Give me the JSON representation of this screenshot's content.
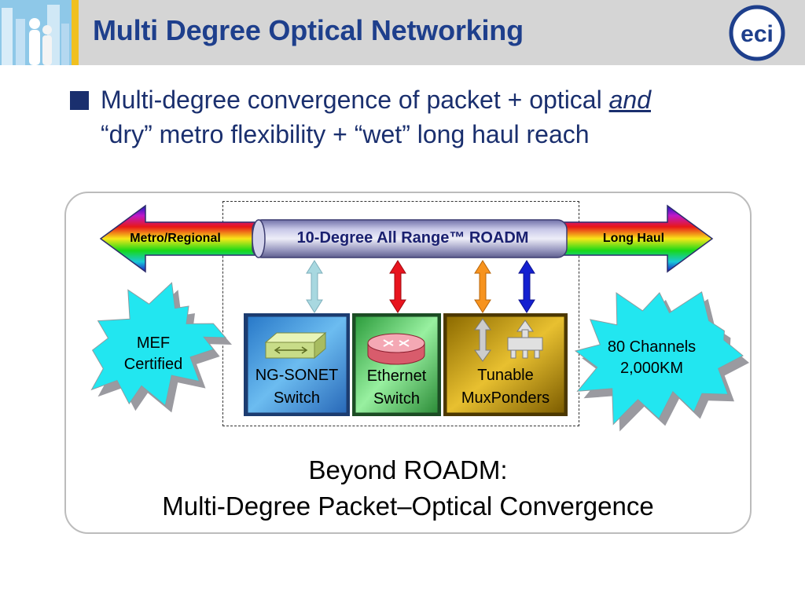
{
  "slide": {
    "title": "Multi Degree Optical Networking",
    "logo_text": "eci",
    "bullet": {
      "line1_prefix": "Multi-degree convergence of packet + optical",
      "line1_emphasis": "and",
      "line2": "“dry” metro flexibility + “wet” long haul reach"
    }
  },
  "diagram": {
    "left_arrow_label": "Metro/Regional",
    "right_arrow_label": "Long Haul",
    "roadm_label": "10-Degree All Range™ ROADM",
    "boxes": [
      {
        "line1": "NG-SONET",
        "line2": "Switch"
      },
      {
        "line1": "Ethernet",
        "line2": "Switch"
      },
      {
        "line1": "Tunable",
        "line2": "MuxPonders"
      }
    ],
    "left_star": {
      "line1": "MEF",
      "line2": "Certified"
    },
    "right_star": {
      "line1": "80 Channels",
      "line2": "2,000KM"
    },
    "caption_line1": "Beyond ROADM:",
    "caption_line2": "Multi-Degree Packet–Optical Convergence"
  },
  "colors": {
    "title": "#1e3f8c",
    "bullet_text": "#1a2f6e",
    "header_bg": "#d5d5d5",
    "star_fill": "#22e6f0",
    "sonet_box": "#5aaee8",
    "ethernet_box": "#7ee08a",
    "muxponder_box": "#c89c08",
    "connector_sonet": "#a8d8e0",
    "connector_ethernet": "#e8141e",
    "connector_muxponder": "#f7931e",
    "connector_blue": "#1420d0"
  }
}
